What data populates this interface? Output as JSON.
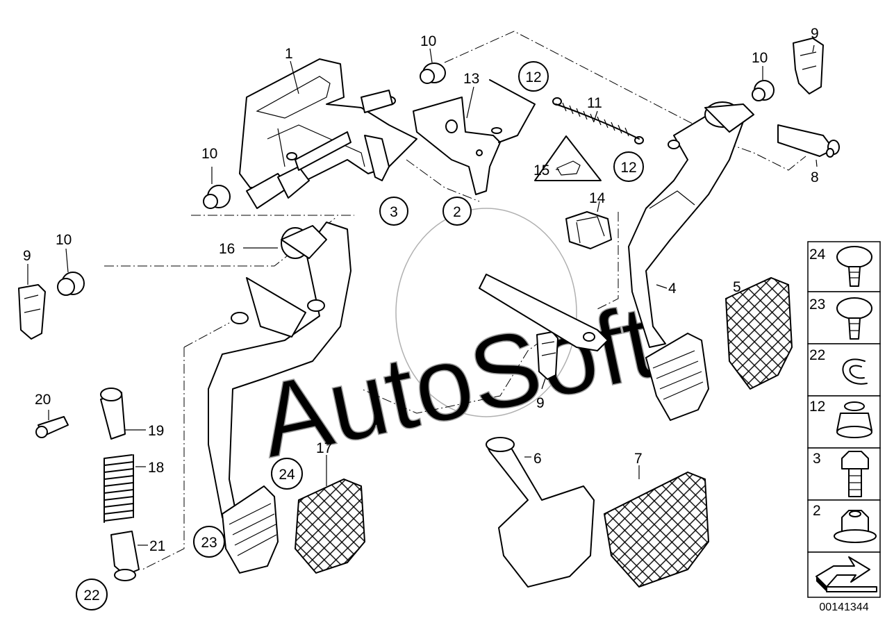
{
  "diagram": {
    "reference_code": "00141344",
    "watermark": "AutoSoft",
    "callouts": [
      {
        "id": "c1",
        "label": "1",
        "circled": false
      },
      {
        "id": "c2",
        "label": "2",
        "circled": true
      },
      {
        "id": "c3",
        "label": "3",
        "circled": true
      },
      {
        "id": "c4",
        "label": "4",
        "circled": false
      },
      {
        "id": "c5",
        "label": "5",
        "circled": false
      },
      {
        "id": "c6",
        "label": "6",
        "circled": false
      },
      {
        "id": "c7",
        "label": "7",
        "circled": false
      },
      {
        "id": "c8",
        "label": "8",
        "circled": false
      },
      {
        "id": "c9a",
        "label": "9",
        "circled": false
      },
      {
        "id": "c9b",
        "label": "9",
        "circled": false
      },
      {
        "id": "c9c",
        "label": "9",
        "circled": false
      },
      {
        "id": "c10a",
        "label": "10",
        "circled": false
      },
      {
        "id": "c10b",
        "label": "10",
        "circled": false
      },
      {
        "id": "c10c",
        "label": "10",
        "circled": false
      },
      {
        "id": "c10d",
        "label": "10",
        "circled": false
      },
      {
        "id": "c11",
        "label": "11",
        "circled": false
      },
      {
        "id": "c12a",
        "label": "12",
        "circled": true
      },
      {
        "id": "c12b",
        "label": "12",
        "circled": true
      },
      {
        "id": "c13",
        "label": "13",
        "circled": false
      },
      {
        "id": "c14",
        "label": "14",
        "circled": false
      },
      {
        "id": "c15",
        "label": "15",
        "circled": false
      },
      {
        "id": "c16",
        "label": "16",
        "circled": false
      },
      {
        "id": "c17",
        "label": "17",
        "circled": false
      },
      {
        "id": "c18",
        "label": "18",
        "circled": false
      },
      {
        "id": "c19",
        "label": "19",
        "circled": false
      },
      {
        "id": "c20",
        "label": "20",
        "circled": false
      },
      {
        "id": "c21",
        "label": "21",
        "circled": false
      },
      {
        "id": "c22",
        "label": "22",
        "circled": true
      },
      {
        "id": "c23",
        "label": "23",
        "circled": true
      },
      {
        "id": "c24",
        "label": "24",
        "circled": true
      }
    ],
    "side_panel": [
      {
        "label": "24",
        "icon": "plastic-rivet-icon"
      },
      {
        "label": "23",
        "icon": "plastic-rivet-icon"
      },
      {
        "label": "22",
        "icon": "circlip-icon"
      },
      {
        "label": "12",
        "icon": "rubber-bushing-icon"
      },
      {
        "label": "3",
        "icon": "hex-bolt-icon"
      },
      {
        "label": "2",
        "icon": "flange-nut-icon"
      }
    ]
  }
}
